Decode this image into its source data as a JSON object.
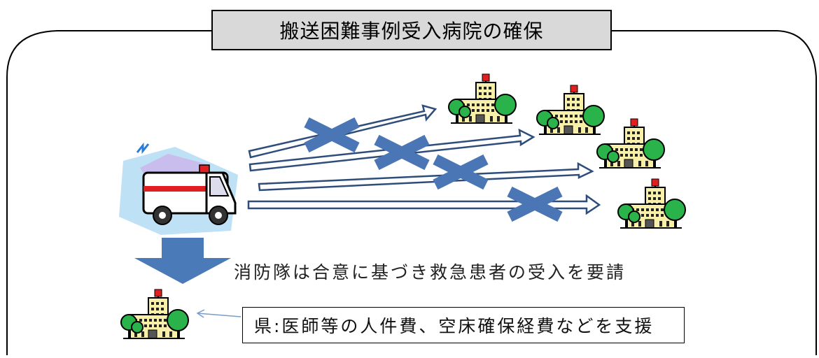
{
  "title": "搬送困難事例受入病院の確保",
  "caption": "消防隊は合意に基づき救急患者の受入を要請",
  "support": "県:医師等の人件費、空床確保経費などを支援",
  "colors": {
    "frame": "#000000",
    "title_bg": "#d9d9d9",
    "route_arrow": "#2e4d7b",
    "cross_mark": "#4a76b5",
    "down_arrow": "#4a7ab8",
    "tree_green": "#29b34a",
    "building_yellow": "#f8f0a8",
    "hospital_flag": "#e02020"
  },
  "icons": [
    "ambulance-icon",
    "hospital-icon",
    "blocked-cross-icon",
    "down-arrow-icon"
  ]
}
